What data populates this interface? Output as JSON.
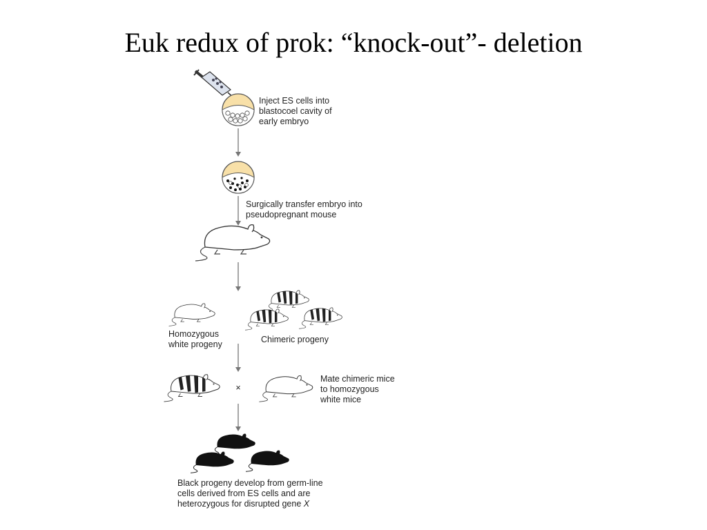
{
  "title": "Euk redux of prok:  “knock-out”- deletion",
  "steps": {
    "inject": [
      "Inject ES cells into",
      "blastocoel cavity of",
      "early embryo"
    ],
    "transfer": [
      "Surgically transfer embryo into",
      "pseudopregnant mouse"
    ],
    "homozygous": [
      "Homozygous",
      "white progeny"
    ],
    "chimeric": "Chimeric progeny",
    "cross_symbol": "×",
    "mate": [
      "Mate chimeric mice",
      "to homozygous",
      "white mice"
    ],
    "black": [
      "Black progeny develop from germ-line",
      "cells derived from ES cells and are",
      "heterozygous for disrupted gene "
    ],
    "gene": "X"
  }
}
